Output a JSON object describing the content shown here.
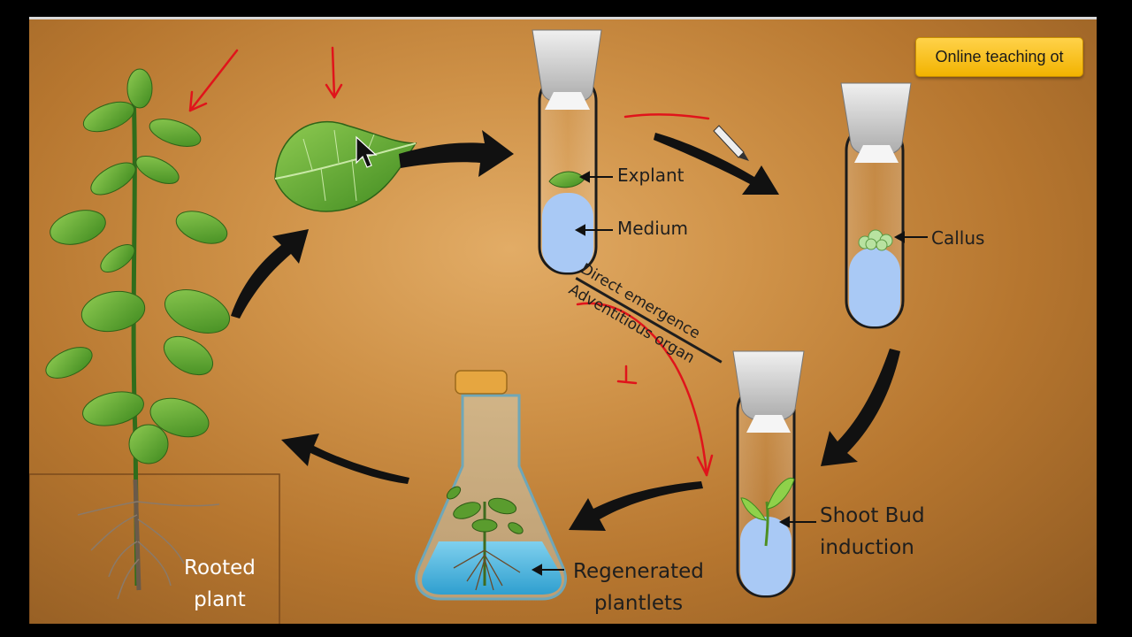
{
  "badge": {
    "text": "Online teaching ot"
  },
  "labels": {
    "explant": "Explant",
    "medium": "Medium",
    "callus": "Callus",
    "shoot_bud_line1": "Shoot Bud",
    "shoot_bud_line2": "induction",
    "regenerated_line1": "Regenerated",
    "regenerated_line2": "plantlets",
    "rooted_line1": "Rooted",
    "rooted_line2": "plant",
    "direct_emergence": "Direct emergence",
    "adventitious_organ": "Adventitious organ"
  },
  "colors": {
    "background_center": "#e2ac66",
    "background_edge": "#8f5a22",
    "arrow": "#111111",
    "annotation": "#e0141b",
    "medium": "#a9c9f5",
    "badge": "#f5bd1a"
  },
  "annotations": {
    "pen_mark": "1"
  }
}
